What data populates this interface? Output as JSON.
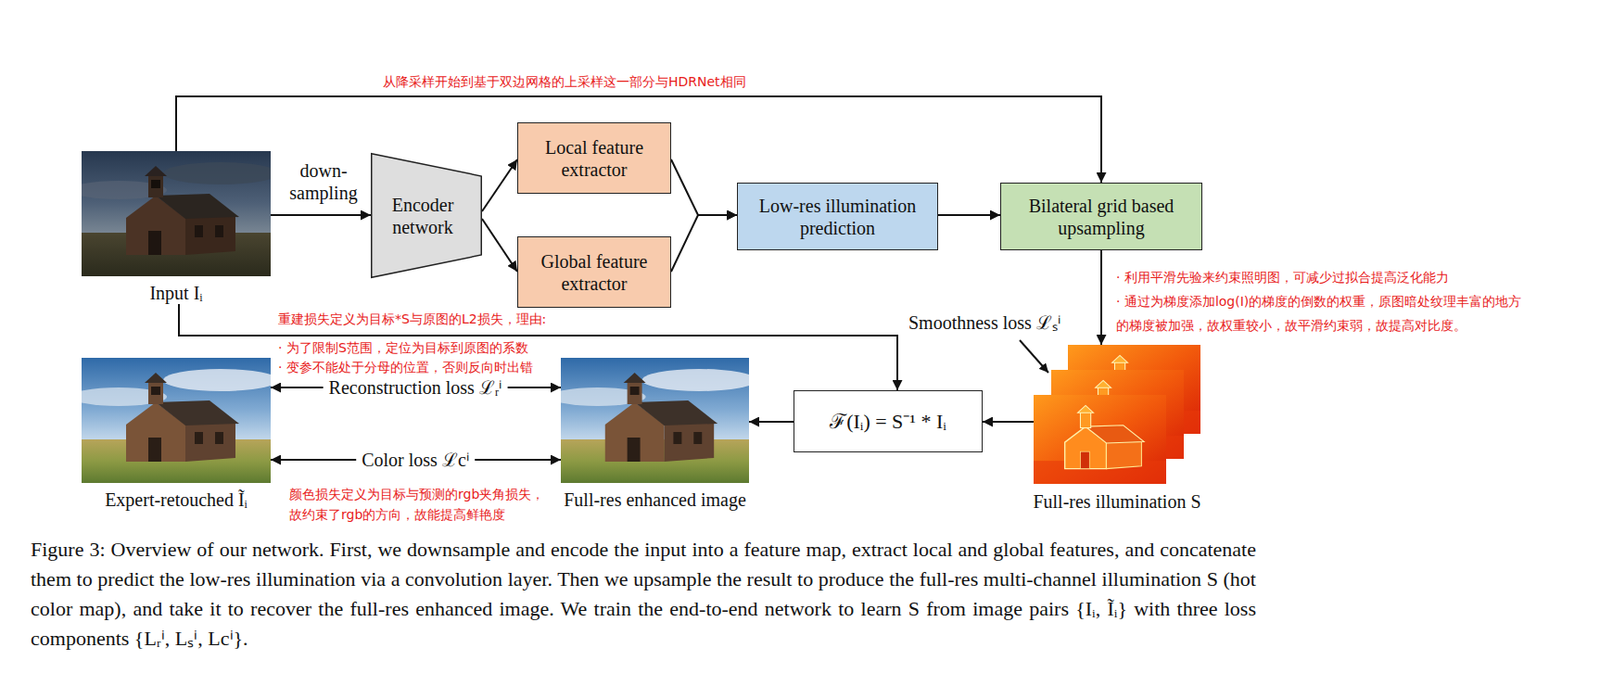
{
  "diagram": {
    "caption": "Figure 3: Overview of our network. First, we downsample and encode the input into a feature map, extract local and global features, and concatenate them to predict the low-res illumination via a convolution layer. Then we upsample the result to produce the full-res multi-channel illumination S (hot color map), and take it to recover the full-res enhanced image. We train the end-to-end network to learn S from image pairs {Iᵢ, Ĩᵢ} with three loss components {Lᵣⁱ, Lₛⁱ, Lcⁱ}.",
    "nodes": [
      {
        "text": [
          "Input Iᵢ"
        ]
      },
      {
        "text": [
          "Encoder network"
        ]
      },
      {
        "text": [
          "Local feature extractor"
        ]
      },
      {
        "text": [
          "Global feature extractor"
        ]
      },
      {
        "text": [
          "Low-res illumination prediction"
        ]
      },
      {
        "text": [
          "Bilateral grid based upsampling"
        ]
      },
      {
        "text": [
          "Expert-retouched Ĩᵢ"
        ]
      },
      {
        "text": [
          "Full-res enhanced image"
        ]
      },
      {
        "text": [
          "ℱ(Iᵢ) = S⁻¹ * Iᵢ"
        ]
      },
      {
        "text": [
          "Full-res illumination S"
        ]
      }
    ],
    "edges": [
      {
        "from": 0,
        "to": 1,
        "label": "down- sampling",
        "arrow": "to"
      },
      {
        "from": 1,
        "to": 2,
        "arrow": "to"
      },
      {
        "from": 1,
        "to": 3,
        "arrow": "to"
      },
      {
        "from": 2,
        "to": 4,
        "arrow": "to"
      },
      {
        "from": 3,
        "to": 4,
        "arrow": "to"
      },
      {
        "from": 4,
        "to": 5,
        "arrow": "to"
      },
      {
        "from": 0,
        "to": 5,
        "arrow": "to"
      },
      {
        "from": 5,
        "to": 9,
        "arrow": "to"
      },
      {
        "from": 9,
        "to": 8,
        "arrow": "to"
      },
      {
        "from": 8,
        "to": 7,
        "arrow": "to"
      },
      {
        "from": 0,
        "to": 8,
        "arrow": "to"
      },
      {
        "from": 6,
        "to": 7,
        "label": "Reconstruction loss ℒᵣⁱ",
        "arrow": "both"
      },
      {
        "from": 6,
        "to": 7,
        "label": "Color loss ℒcⁱ",
        "arrow": "both"
      }
    ],
    "labels": [
      "从降采样开始到基于双边网格的上采样这一部分与HDRNet相同",
      "· 利用平滑先验来约束照明图，可减少过拟合提高泛化能力",
      "· 通过为梯度添加log(I)的梯度的倒数的权重，原图暗处纹理丰富的地方的梯度被加强，故权重较小，故平滑约束弱，故提高对比度。",
      "Smoothness loss ℒₛⁱ",
      "重建损失定义为目标*S与原图的L2损失，理由:",
      "· 为了限制S范围，定位为目标到原图的系数",
      "· 变参不能处于分母的位置，否则反向时出错",
      "颜色损失定义为目标与预测的rgb夹角损失，故约束了rgb的方向，故能提高鲜艳度"
    ]
  }
}
